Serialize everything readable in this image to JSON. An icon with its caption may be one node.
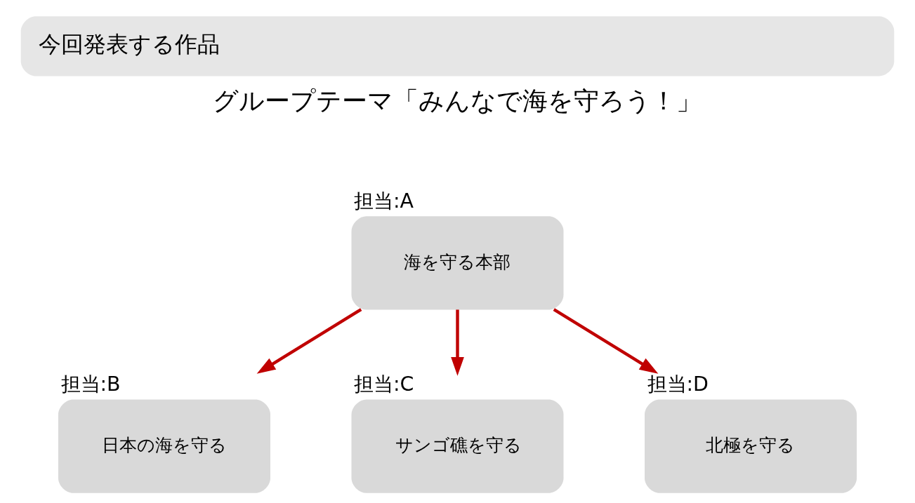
{
  "diagram": {
    "title": "今回発表する作品",
    "nodes": [
      {
        "text": [
          "海を守る本部"
        ],
        "beside": [
          "担当:A"
        ]
      },
      {
        "text": [
          "日本の海を守る"
        ],
        "beside": [
          "担当:B"
        ]
      },
      {
        "text": [
          "サンゴ礁を守る"
        ],
        "beside": [
          "担当:C"
        ]
      },
      {
        "text": [
          "北極を守る"
        ],
        "beside": [
          "担当:D"
        ]
      }
    ],
    "edges": [
      {
        "from": 0,
        "to": 1,
        "arrow": "to"
      },
      {
        "from": 0,
        "to": 2,
        "arrow": "to"
      },
      {
        "from": 0,
        "to": 3,
        "arrow": "to"
      }
    ],
    "labels": [
      "グループテーマ「みんなで海を守ろう！」"
    ]
  }
}
